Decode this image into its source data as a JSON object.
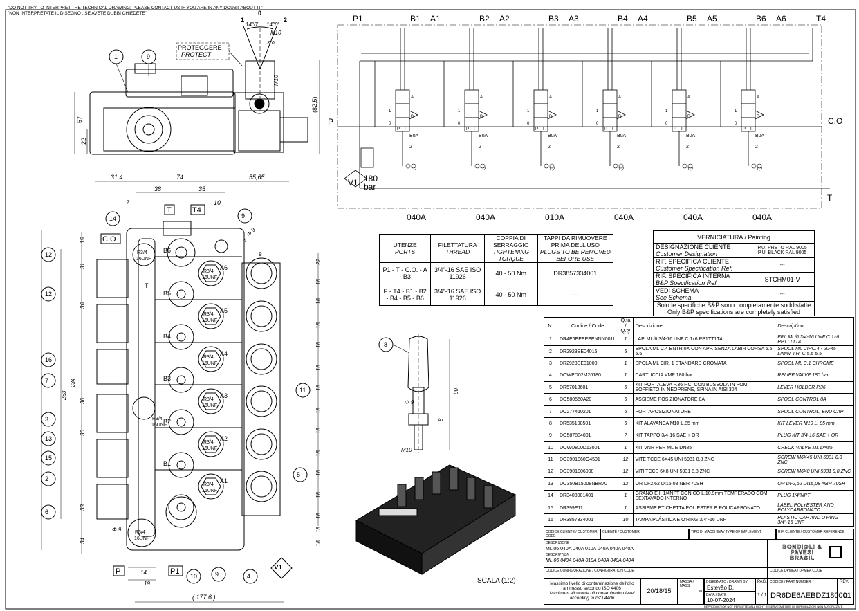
{
  "notes": {
    "line1": "\"DO NOT TRY TO INTERPRET THE TECHNICAL DRAWING; PLEASE CONTACT US IF YOU ARE IN ANY DOUBT ABOUT IT\"",
    "line2": "\"NON INTERPRETATE IL DISEGNO ; SE AVETE DUBBI CHIEDETE\""
  },
  "top_view": {
    "protect_it": "PROTEGGERE",
    "protect_en": "PROTECT",
    "lever_pos1": "1",
    "lever_pos0": "0",
    "lever_pos2": "2",
    "angle_left": "14°0'",
    "angle_right": "14°0'",
    "thread": "M10",
    "angle_small": "3°0'",
    "thread_v": "M10",
    "dim_57": "57",
    "dim_22": "22",
    "dim_825": "(82,5)",
    "balloon_1": "1",
    "balloon_9": "9"
  },
  "front_view": {
    "dim_314": "31,4",
    "dim_74": "74",
    "dim_5565": "55,65",
    "dim_38": "38",
    "dim_35": "35",
    "dim_7": "7",
    "dim_10": "10",
    "dim_phi9": "Φ 9",
    "dim_4": "4",
    "dim_9": "9",
    "dim_15": "15",
    "dim_31": "31",
    "dim_36a": "36",
    "dim_234": "234",
    "dim_283": "283",
    "dim_36b": "36",
    "dim_36c": "36",
    "dim_33": "33",
    "dim_34": "34",
    "dim_14b": "14",
    "dim_19": "19",
    "dim_1776": "( 177,6 )",
    "dim_22r": "22",
    "dims_18": [
      "18",
      "18",
      "18",
      "18",
      "18",
      "18",
      "18",
      "18",
      "18",
      "18",
      "18",
      "18",
      "18",
      "18"
    ],
    "port_T": "T",
    "port_T4": "T4",
    "port_CO": "C.O",
    "port_P": "P",
    "port_P1": "P1",
    "port_T_small": "T",
    "plug_label": "R3/4",
    "plug_thread": "16UNF",
    "body_ports": [
      "B6",
      "A6",
      "B5",
      "A5",
      "B4",
      "A4",
      "B3",
      "A3",
      "B2",
      "A2",
      "B1",
      "A1"
    ],
    "balloons": [
      "14",
      "9",
      "12",
      "12",
      "16",
      "7",
      "3",
      "13",
      "15",
      "2",
      "6",
      "11",
      "5",
      "10",
      "9",
      "4"
    ],
    "v1": "V1",
    "phi9b": "Φ 9"
  },
  "schematic": {
    "ports": [
      "P1",
      "B1",
      "A1",
      "B2",
      "A2",
      "B3",
      "A3",
      "B4",
      "A4",
      "B5",
      "A5",
      "B6",
      "A6",
      "T4"
    ],
    "P": "P",
    "CO": "C.O",
    "T": "T",
    "V1": "V1",
    "relief": "180",
    "relief_unit": "bar",
    "section_codes": [
      "040A",
      "040A",
      "010A",
      "040A",
      "040A",
      "040A"
    ],
    "valve_marks": {
      "a": "A",
      "b": "B",
      "zero": "0",
      "one": "1",
      "two": "2",
      "p": "P",
      "t": "T",
      "bo": "B0A",
      "num": "2",
      "sub": "1,2"
    }
  },
  "lever": {
    "balloon": "8",
    "dim_phi9": "Φ 9",
    "dim_90": "90",
    "dim_8": "8",
    "thread": "M10"
  },
  "scale": "SCALA (1:2)",
  "ports_table": {
    "headers": [
      {
        "it": "UTENZE",
        "en": "PORTS"
      },
      {
        "it": "FILETTATURA",
        "en": "THREAD"
      },
      {
        "it": "COPPIA DI SERRAGGIO",
        "en": "TIGHTENING TORQUE"
      },
      {
        "it": "TAPPI DA RIMUOVERE PRIMA DELL'USO",
        "en": "PLUGS TO BE REMOVED BEFORE USE"
      }
    ],
    "rows": [
      {
        "ports": "P1 - T - C.O. - A - B3",
        "thread": "3/4\"-16 SAE ISO 11926",
        "torque": "40 - 50 Nm",
        "plugs": "DR3857334001"
      },
      {
        "ports": "P - T4 - B1 - B2 - B4 - B5 - B6",
        "thread": "3/4\"-16 SAE ISO 11926",
        "torque": "40 - 50 Nm",
        "plugs": "---"
      }
    ]
  },
  "painting": {
    "title": "VERNICIATURA / Painting",
    "rows": [
      {
        "it": "DESIGNAZIONE CLIENTE",
        "en": "Customer Designation",
        "value": "P.U. PRETO RAL 9005",
        "value2": "P.U. BLACK RAL 9005"
      },
      {
        "it": "RIF. SPECIFICA CLIENTE",
        "en": "Customer Specification Ref.",
        "value": "---",
        "value2": ""
      },
      {
        "it": "RIF. SPECIFICA INTERNA",
        "en": "B&P Specification Ref.",
        "value": "STCHM01-V",
        "value2": ""
      },
      {
        "it": "VEDI SCHEMA",
        "en": "See Schema",
        "value": "---",
        "value2": ""
      }
    ],
    "footer_it": "Solo le specifiche B&P sono completamente soddisfatte",
    "footer_en": "Only B&P specifications are completely satisfied"
  },
  "bom": {
    "headers": [
      "N.",
      "Codice / Code",
      "Q.ta / Q.ty",
      "Descrizione",
      "Description"
    ],
    "rows": [
      {
        "n": "1",
        "code": "DR4E6EEEEEENNN001L",
        "qty": "1",
        "it": "LAP. ML/6 3/4-16 UNF C.1x6 PP1TT1T4",
        "en": "FIN. ML/6 3/4-16 UNF C.1x6 PP1TT1T4"
      },
      {
        "n": "2",
        "code": "DR2923EE04015",
        "qty": "5",
        "it": "SPOLA ML C.4 ENTR.0X CON APP. SENZA LABIR CORSA 5.5 5.5",
        "en": "SPOOL ML CIRC.4 - 20-45 L/MIN. I.R. C.5.5 5.5"
      },
      {
        "n": "3",
        "code": "DR2923EE01000",
        "qty": "1",
        "it": "SPOLA ML CIR. 1 STANDARD CROMATA",
        "en": "SPOOL ML C.1 CHROME"
      },
      {
        "n": "4",
        "code": "DOWPD02M20180",
        "qty": "1",
        "it": "CARTUCCIA VMP 180 bar",
        "en": "RELIEF VALVE 180 bar"
      },
      {
        "n": "5",
        "code": "DR57013601",
        "qty": "6",
        "it": "KIT PORTALEVA P.36 F.C. CON BUSSOLA IN POM, SOFFIETO IN NEOPRENE, SPINA IN AISI 304",
        "en": "LEVER HOLDER P.36"
      },
      {
        "n": "6",
        "code": "DO580550A20",
        "qty": "6",
        "it": "ASSIEME POSIZIONATORE 0A",
        "en": "SPOOL CONTROL 0A"
      },
      {
        "n": "7",
        "code": "DO277410201",
        "qty": "6",
        "it": "PORTAPOSIZIONATORE",
        "en": "SPOOL CONTROL, END CAP"
      },
      {
        "n": "8",
        "code": "DR535108501",
        "qty": "6",
        "it": "KIT ALAVANCA M10 L.85 mm",
        "en": "KIT LEVER M10 L. 85 mm"
      },
      {
        "n": "9",
        "code": "DO587834001",
        "qty": "7",
        "it": "KIT TAPPO 3/4-16 SAE + OR",
        "en": "PLUG KIT 3/4-16 SAE + OR"
      },
      {
        "n": "10",
        "code": "DOWU800D13001",
        "qty": "1",
        "it": "KIT VNR PER ML E DN85",
        "en": "CHECK VALVE ML DN85"
      },
      {
        "n": "11",
        "code": "DO3901060O4501",
        "qty": "12",
        "it": "VITE TCCE 6X45 UNI 5931 8.8 ZNC",
        "en": "SCREW M6X45 UNI 5931 8.8 ZNC"
      },
      {
        "n": "12",
        "code": "DO3901006008",
        "qty": "12",
        "it": "VITI TCCE 6X8 UNI 5931 8.8 ZNC",
        "en": "SCREW M6X8 UNI 5931 8.8 ZNC"
      },
      {
        "n": "13",
        "code": "DO350B15008NBR70",
        "qty": "12",
        "it": "OR DF2,62 DI15,08 NBR 70SH",
        "en": "OR DF2,62 DI15,08 NBR 70SH"
      },
      {
        "n": "14",
        "code": "DR3403001401",
        "qty": "1",
        "it": "GRANO E.I. 1/4NPT CONICO L.10.9mm TEMPERADO COM SEXTAVADO INTERNO",
        "en": "PLUG 1/4\"NPT"
      },
      {
        "n": "15",
        "code": "DR399E11",
        "qty": "1",
        "it": "ASSIEME ETICHETTA POLIESTER E POLICARBONATO",
        "en": "LABEL POLYESTER AND POLYCARBONATO"
      },
      {
        "n": "16",
        "code": "DR3857334001",
        "qty": "10",
        "it": "TAMPA PLÁSTICA E O'RING 3/4\"-16 UNF",
        "en": "PLASTIC CAP AND O'RING 3/4\"-16 UNF"
      }
    ]
  },
  "title_block": {
    "customer_code_lbl": "CODICE CLIENTE / CUSTOMER CODE",
    "customer_lbl": "CLIENTE / CUSTOMER",
    "machine_lbl": "TIPO DI MACCHINA / TYPE OF IMPLEMENT",
    "cust_ref_lbl": "RIF. CLIENTE / CUSTOMER REFERENCE",
    "desc_lbl": "DESCRIZIONE",
    "desc_it": "ML 06 040A 040A 010A 040A 040A 040A",
    "desc_en_lbl": "DESCRIPTION",
    "desc_en": "ML 06 040A 040A 010A 040A 040A 040A",
    "config_lbl": "CODICE CONFIGURAZIONE / CONFIGURATION CODE",
    "drawing_code_lbl": "CODICE DPMEA / DPMEA CODE",
    "logo_line1": "BONDIOLI",
    "logo_amp": "&",
    "logo_line2": "PAVESI",
    "logo_line3": "BRASIL",
    "contam_it": "Massimo livello di contaminazione dell'olio ammesso secondo ISO 4406",
    "contam_en": "Maximum allowable oil contamination level according to ISO 4406",
    "contam_val": "20/18/15",
    "mass_lbl": "MASSA / MASS",
    "mass_unit": "kg",
    "drawn_lbl": "DISEGNATO / DRAWN BY",
    "drawn": "Estevão D.",
    "date_lbl": "DATA / DATE",
    "date": "10-07-2024",
    "page_lbl": "PAG.",
    "page": "1 / 1",
    "part_lbl": "CODICE / PART NUMBER",
    "part": "DR6DE6AEBDZ180001",
    "rev_lbl": "REV.",
    "rev": "0",
    "repro_left": "REPRODUCTION NOT PERMITTED ALL RIGHT RESERVED",
    "repro_right": "VIETATE LE RIPRODUZIONI NON AUTORIZZATE"
  }
}
